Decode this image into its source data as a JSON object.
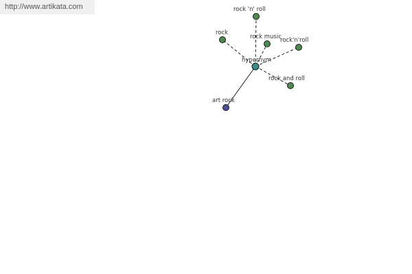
{
  "site": {
    "url": "http://www.artikata.com"
  },
  "graph": {
    "center": {
      "id": "hypernym",
      "label": "hypernym",
      "color": "#3c8c8c"
    },
    "nodes": [
      {
        "id": "rock-n-roll",
        "label": "rock 'n' roll",
        "color": "#4e8a4e",
        "link": "dashed"
      },
      {
        "id": "rock",
        "label": "rock",
        "color": "#4e8a4e",
        "link": "dashed"
      },
      {
        "id": "rock-music",
        "label": "rock music",
        "color": "#4e8a4e",
        "link": "dashed"
      },
      {
        "id": "rocknroll",
        "label": "rock'n'roll",
        "color": "#4e8a4e",
        "link": "dashed"
      },
      {
        "id": "rock-and-roll",
        "label": "rock and roll",
        "color": "#4e8a4e",
        "link": "dashed"
      },
      {
        "id": "art-rock",
        "label": "art rock",
        "color": "#4a4e9a",
        "link": "solid"
      }
    ]
  }
}
